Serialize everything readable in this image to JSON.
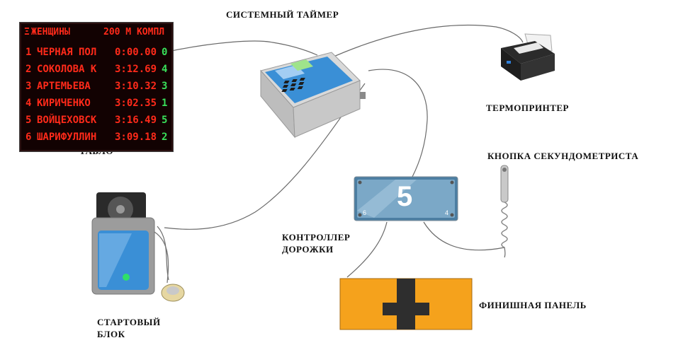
{
  "labels": {
    "system_timer": "СИСТЕМНЫЙ ТАЙМЕР",
    "thermoprinter": "ТЕРМОПРИНТЕР",
    "scoreboard": "ТАБЛО",
    "timekeeper_button": "КНОПКА СЕКУНДОМЕТРИСТА",
    "lane_controller_line1": "КОНТРОЛЛЕР",
    "lane_controller_line2": "ДОРОЖКИ",
    "start_block_line1": "СТАРТОВЫЙ",
    "start_block_line2": "БЛОК",
    "finish_panel": "ФИНИШНАЯ ПАНЕЛЬ"
  },
  "scoreboard": {
    "header": {
      "marker": "Ξ",
      "title": "ЖЕНЩИНЫ",
      "event": "200 М КОМПЛ"
    },
    "rows": [
      {
        "place": "1",
        "name": "ЧЕРНАЯ ПОЛ",
        "time": "0:00.00",
        "lane": "0"
      },
      {
        "place": "2",
        "name": "СОКОЛОВА К",
        "time": "3:12.69",
        "lane": "4"
      },
      {
        "place": "3",
        "name": "АРТЕМЬЕВА",
        "time": "3:10.32",
        "lane": "3"
      },
      {
        "place": "4",
        "name": "КИРИЧЕНКО",
        "time": "3:02.35",
        "lane": "1"
      },
      {
        "place": "5",
        "name": "ВОЙЦЕХОВСК",
        "time": "3:16.49",
        "lane": "5"
      },
      {
        "place": "6",
        "name": "ШАРИФУЛЛИН",
        "time": "3:09.18",
        "lane": "2"
      }
    ],
    "text_color": "#ff2a1a",
    "lane_color": "#39e05a"
  },
  "lane_controller": {
    "lane_number": "5",
    "left_digit": "6",
    "right_digit": "4"
  },
  "colors": {
    "finish_panel": "#f5a21c",
    "finish_cross": "#2e2e2e",
    "device_blue": "#3a8fd6"
  }
}
